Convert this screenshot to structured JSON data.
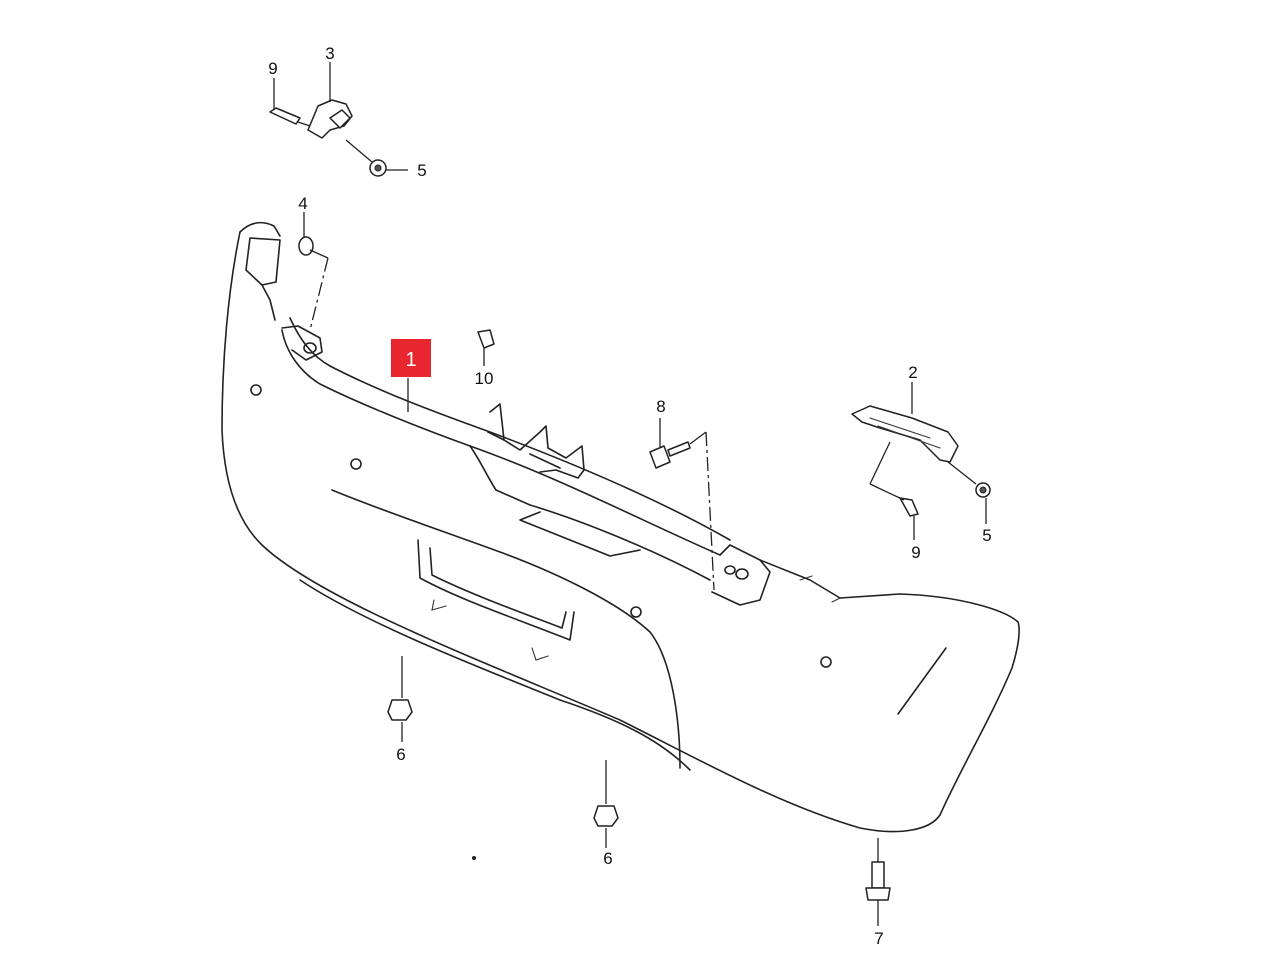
{
  "callouts": {
    "c1": "1",
    "c2": "2",
    "c3": "3",
    "c4": "4",
    "c5a": "5",
    "c5b": "5",
    "c6a": "6",
    "c6b": "6",
    "c7": "7",
    "c8": "8",
    "c9a": "9",
    "c9b": "9",
    "c10": "10"
  },
  "colors": {
    "highlight": "#e8262f",
    "line": "#222222",
    "background": "#ffffff"
  }
}
